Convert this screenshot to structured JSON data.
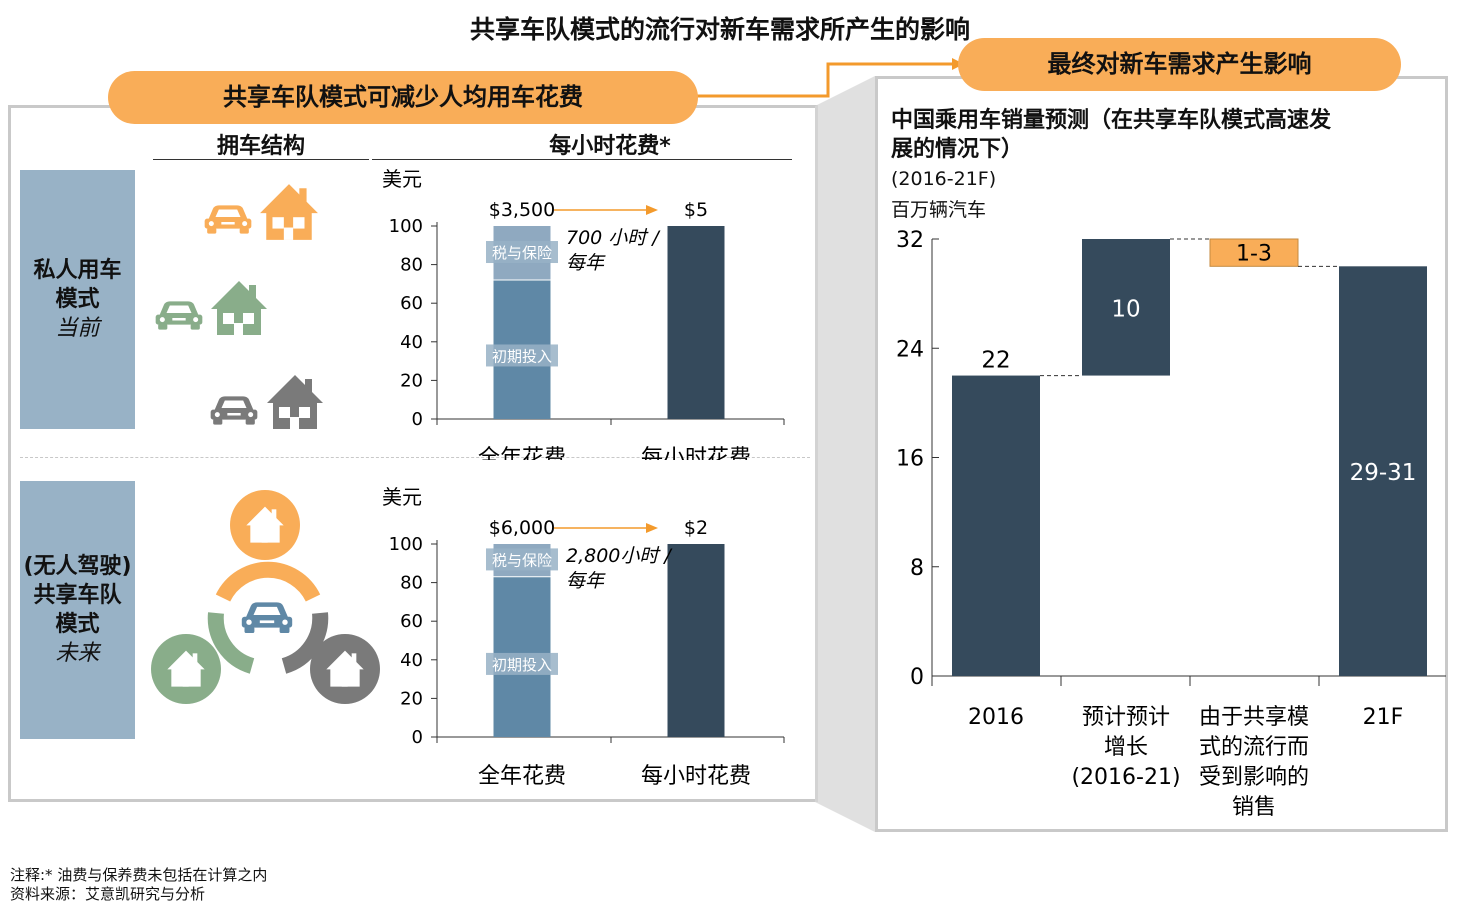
{
  "title": "共享车队模式的流行对新车需求所产生的影响",
  "left_banner": "共享车队模式可减少人均用车花费",
  "right_banner": "最终对新车需求产生影响",
  "left_panel": {
    "col_ownership": "拥车结构",
    "col_hourly": "每小时花费*",
    "row_private": {
      "line1": "私人用车",
      "line2": "模式",
      "tag": "当前"
    },
    "row_shared": {
      "line1": "(无人驾驶)",
      "line2": "共享车队",
      "line3": "模式",
      "tag": "未来"
    }
  },
  "right_panel": {
    "heading_line1": "中国乘用车销量预测（在共享车队模式高速发",
    "heading_line2": "展的情况下）",
    "years": "(2016-21F)",
    "units": "百万辆汽车"
  },
  "notes": {
    "line1": "注释:* 油费与保养费未包括在计算之内",
    "line2": "资料来源：艾意凯研究与分析"
  },
  "colors": {
    "orange": "#f9ad58",
    "arrow_orange": "#f39a2c",
    "dark": "#354a5c",
    "bar_light": "#5f88a6",
    "bar_lighter": "#8fa9c0",
    "label_bg": "#98b2c6",
    "green": "#89ad8a",
    "gray": "#7a7a7a"
  },
  "chart_data": [
    {
      "type": "bar",
      "ylabel": "美元",
      "ylim": [
        0,
        100
      ],
      "yticks": [
        0,
        20,
        40,
        60,
        80,
        100
      ],
      "categories": [
        "全年花费",
        "每小时花费"
      ],
      "top_labels": [
        "$3,500",
        "$5"
      ],
      "stack": [
        {
          "name": "初期投入",
          "values": [
            72,
            0
          ]
        },
        {
          "name": "税与保险",
          "values": [
            28,
            0
          ]
        }
      ],
      "hourly_values": [
        0,
        100
      ],
      "annotation_line1": "700 小时 /",
      "annotation_line2": "每年"
    },
    {
      "type": "bar",
      "ylabel": "美元",
      "ylim": [
        0,
        100
      ],
      "yticks": [
        0,
        20,
        40,
        60,
        80,
        100
      ],
      "categories": [
        "全年花费",
        "每小时花费"
      ],
      "top_labels": [
        "$6,000",
        "$2"
      ],
      "stack": [
        {
          "name": "初期投入",
          "values": [
            83,
            0
          ]
        },
        {
          "name": "税与保险",
          "values": [
            17,
            0
          ]
        }
      ],
      "hourly_values": [
        0,
        100
      ],
      "annotation_line1": "2,800小时 /",
      "annotation_line2": "每年"
    },
    {
      "type": "bar",
      "subtype": "waterfall",
      "ylim": [
        0,
        32
      ],
      "yticks": [
        0,
        8,
        16,
        24,
        32
      ],
      "categories": [
        [
          "2016"
        ],
        [
          "预计预计",
          "增长",
          "(2016-21)"
        ],
        [
          "由于共享模",
          "式的流行而",
          "受到影响的",
          "销售"
        ],
        [
          "21F"
        ]
      ],
      "bars": [
        {
          "base": 0,
          "top": 22,
          "label": "22"
        },
        {
          "base": 22,
          "top": 32,
          "label": "10"
        },
        {
          "base": 30,
          "top": 32,
          "label": "1-3"
        },
        {
          "base": 0,
          "top": 30,
          "label": "29-31"
        }
      ]
    }
  ]
}
